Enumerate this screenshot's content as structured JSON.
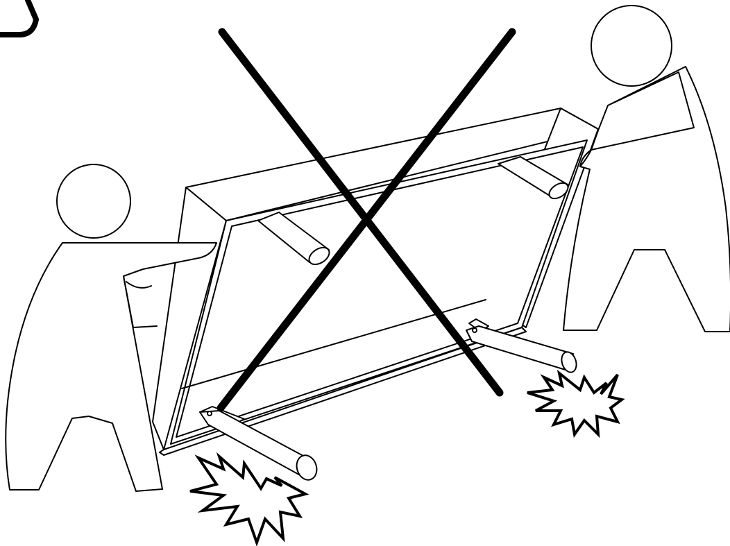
{
  "illustration": {
    "kind": "instructional warning diagram",
    "prohibited_marker": "x-mark",
    "figures": [
      "person-left",
      "person-right"
    ],
    "object": "table-frame",
    "hazard_markers": [
      "impact-burst-left",
      "impact-burst-right"
    ]
  },
  "colors": {
    "line": "#000000",
    "fill": "#ffffff"
  }
}
